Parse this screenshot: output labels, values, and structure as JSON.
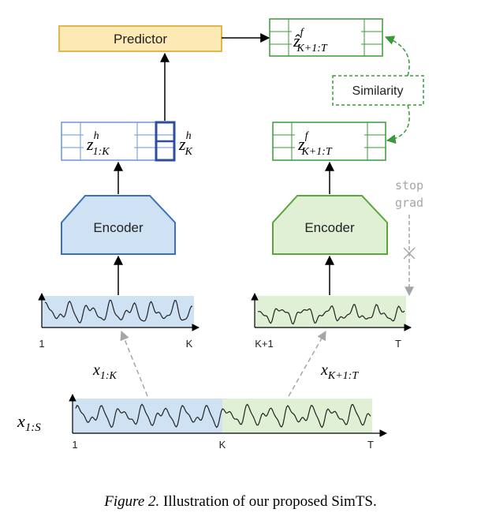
{
  "colors": {
    "blue_fill": "#cfe2f3",
    "blue_stroke": "#3c6fbf",
    "blue_dark": "#2b4f9e",
    "green_fill": "#dff0d4",
    "green_stroke": "#5aa63c",
    "predictor_fill": "#fde9b3",
    "predictor_stroke": "#e0b84a",
    "gray_text": "#a6a6a6"
  },
  "predictor": {
    "label": "Predictor"
  },
  "encoders": {
    "left_label": "Encoder",
    "right_label": "Encoder"
  },
  "similarity": {
    "label": "Similarity"
  },
  "stop_grad": {
    "line1": "stop",
    "line2": "grad"
  },
  "history_repr": {
    "base": "z",
    "sup": "h",
    "sub": "1:K"
  },
  "last_repr": {
    "base": "z",
    "sup": "h",
    "sub": "K"
  },
  "future_repr": {
    "base": "z",
    "sup": "f",
    "sub": "K+1:T"
  },
  "pred_repr": {
    "base": "ẑ",
    "sup": "f",
    "sub": "K+1:T"
  },
  "left_series": {
    "label": "x",
    "sub": "1:K",
    "tick_start": "1",
    "tick_end": "K"
  },
  "right_series": {
    "label": "x",
    "sub": "K+1:T",
    "tick_start": "K+1",
    "tick_end": "T"
  },
  "full_series": {
    "label": "x",
    "sub": "1:S",
    "tick_start": "1",
    "tick_mid": "K",
    "tick_end": "T"
  },
  "caption": {
    "label": "Figure 2.",
    "text": " Illustration of our proposed SimTS."
  }
}
